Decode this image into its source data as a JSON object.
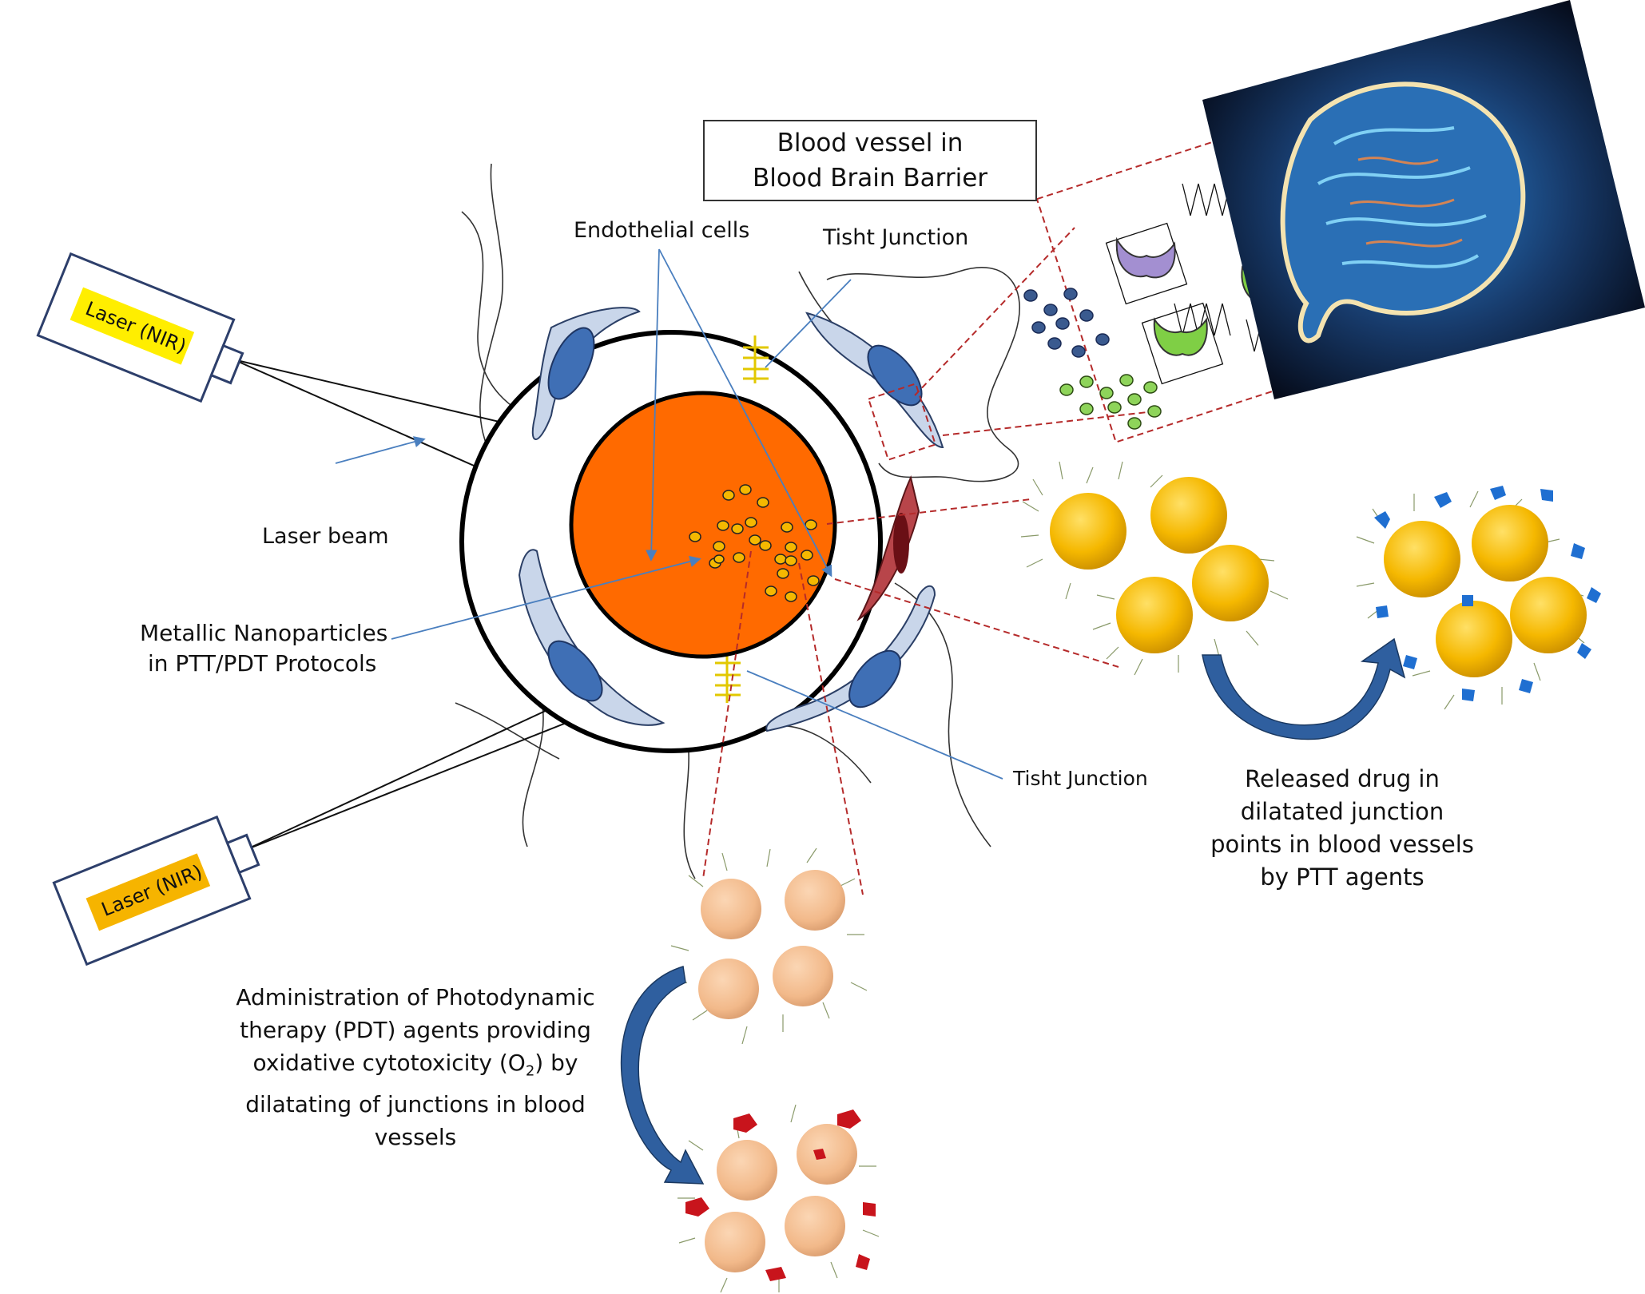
{
  "title": {
    "line1": "Blood vessel in",
    "line2": "Blood Brain Barrier"
  },
  "labels": {
    "endothelial": "Endothelial cells",
    "tight_top": "Tisht Junction",
    "tight_bottom": "Tisht Junction",
    "laser_beam": "Laser beam",
    "metallic_line1": "Metallic Nanoparticles",
    "metallic_line2": "in PTT/PDT Protocols",
    "laser1": "Laser (NIR)",
    "laser2": "Laser (NIR)",
    "released_line1": "Released drug in",
    "released_line2": "dilatated junction",
    "released_line3": "points in blood vessels",
    "released_line4": "by PTT agents",
    "pdt_line1": "Administration of Photodynamic",
    "pdt_line2": "therapy (PDT) agents providing",
    "pdt_line3a": "oxidative cytotoxicity (O",
    "pdt_line3sub": "2",
    "pdt_line3b": ")  by",
    "pdt_line4": "dilatating of junctions in blood",
    "pdt_line5": "vessels"
  },
  "colors": {
    "lumen": "#ff6a00",
    "nanoparticle_gold": "#f5b800",
    "nanoparticle_peach": "#f2b98a",
    "drug_blue": "#1f6fd1",
    "drug_red": "#c8141c",
    "endothelial_cell": "#c9d6ea",
    "nucleus": "#3f6fb5",
    "pericyte": "#b8454a",
    "laser_label_yellow": "#ffee00",
    "laser_label_orange": "#f6b400",
    "callout_dash": "#b52a2a"
  }
}
